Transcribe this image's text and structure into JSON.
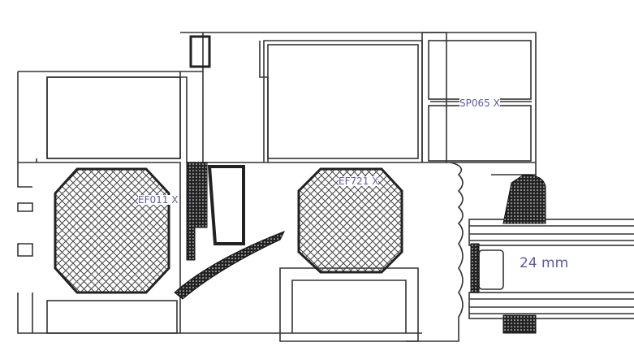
{
  "labels": {
    "sp065": "SP065 X",
    "ef011": "EF011 X",
    "ef721": "EF721 X",
    "glass": "24 mm"
  },
  "colors": {
    "line": "#333333",
    "label": "#5b5ba8",
    "gasket": "#1a1a1a"
  }
}
